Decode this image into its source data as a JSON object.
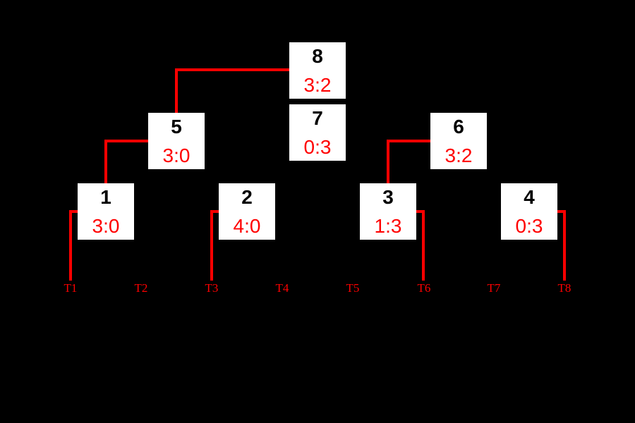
{
  "colors": {
    "bg": "#000000",
    "box-bg": "#ffffff",
    "line": "#ff0000",
    "num": "#000000",
    "score": "#ff0000",
    "team": "#ff0000"
  },
  "bracket": {
    "matches": [
      {
        "number": "1",
        "score": "3:0"
      },
      {
        "number": "2",
        "score": "4:0"
      },
      {
        "number": "3",
        "score": "1:3"
      },
      {
        "number": "4",
        "score": "0:3"
      },
      {
        "number": "5",
        "score": "3:0"
      },
      {
        "number": "6",
        "score": "3:2"
      },
      {
        "number": "7",
        "score": "0:3"
      },
      {
        "number": "8",
        "score": "3:2"
      }
    ],
    "teams": [
      {
        "label": "T1"
      },
      {
        "label": "T2"
      },
      {
        "label": "T3"
      },
      {
        "label": "T4"
      },
      {
        "label": "T5"
      },
      {
        "label": "T6"
      },
      {
        "label": "T7"
      },
      {
        "label": "T8"
      }
    ]
  }
}
